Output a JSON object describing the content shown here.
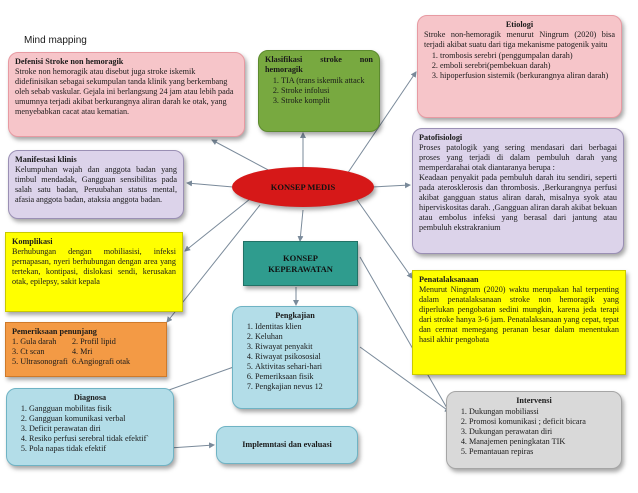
{
  "page_title": "Mind mapping",
  "center": "KONSEP MEDIS",
  "konsep_keperawatan": "KONSEP KEPERAWATAN",
  "definisi": {
    "title": "Defenisi  Stroke non hemoragik",
    "body": "Stroke non hemoragik atau disebut juga stroke iskemik didefinisikan sebagai sekumpulan tanda klinik yang berkembang oleh sebab vaskular. Gejala ini berlangsung 24 jam atau lebih pada umumnya terjadi akibat berkurangnya aliran darah ke otak, yang menyebabkan cacat atau kematian."
  },
  "klasifikasi": {
    "title": "Klasifikasi stroke non hemoragik",
    "items": [
      "TIA (trans iskemik attack",
      "Stroke infolusi",
      "Stroke komplit"
    ]
  },
  "etiologi": {
    "title": "Etiologi",
    "body": "Stroke non-hemoragik menurut Ningrum (2020) bisa terjadi akibat suatu dari tiga mekanisme patogenik yaitu",
    "items": [
      "trombosis serebri (penggumpalan darah)",
      "emboli serebri(pembekuan darah)",
      "hipoperfusion sistemik (berkurangnya aliran darah)"
    ]
  },
  "manifestasi": {
    "title": "Manifestasi klinis",
    "body": "Kelumpuhan wajah dan anggota badan yang timbul mendadak, Gangguan sensibilitas pada salah satu badan, Peruubahan status mental, afasia anggota badan, ataksia anggota badan."
  },
  "patofisiologi": {
    "title": "Patofisiologi",
    "body1": "Proses patologik yang sering mendasari dari berbagai proses yang terjadi di dalam pembuluh darah yang memperdarahai otak diantaranya berupa :",
    "body2": "Keadaan penyakit pada pembuluh darah itu sendiri, seperti pada aterosklerosis dan thrombosis. ,Berkurangnya perfusi akibat gangguan status aliran darah, misalnya syok atau hiperviskositas darah. ,Gangguan aliran darah akibat bekuan atau embolus infeksi yang berasal dari jantung atau pembuluh ekstrakranium"
  },
  "komplikasi": {
    "title": "Komplikasi",
    "body": "Berhubungan dengan mobiliasisi, infeksi pernapasan, nyeri berhubungan dengan area yang tertekan, kontipasi, dislokasi sendi, kerusakan otak, epilepsy, sakit kepala"
  },
  "penatalaksanaan": {
    "title": "Penatalaksanaan",
    "body": "Menurut Ningrum (2020) waktu merupakan hal terpenting dalam penatalaksanaan stroke non hemoragik yang diperlukan pengobatan sedini mungkin, karena jeda terapi dari stroke hanya 3-6 jam. Penatalaksanaan yang cepat, tepat dan cermat memegang peranan besar dalam menentukan hasil akhir pengobata"
  },
  "pemeriksaan": {
    "title": "Pemeriksaan penunjang",
    "rows": [
      [
        "1. Gula darah",
        "2. Profil lipid"
      ],
      [
        "3. Ct scan",
        "4. Mri"
      ],
      [
        "5. Ultrasonografi",
        "6.Angiografi otak"
      ]
    ]
  },
  "pengkajian": {
    "title": "Pengkajian",
    "items": [
      "Identitas klien",
      "Keluhan",
      "Riwayat penyakit",
      "Riwayat psikososial",
      "Aktivitas sehari-hari",
      "Pemeriksaan fisik",
      "Pengkajian nevus 12"
    ]
  },
  "diagnosa": {
    "title": "Diagnosa",
    "items": [
      "Gangguan mobilitas fisik",
      "Gangguan komunikasi verbal",
      "Deficit perawatan diri",
      "Resiko perfusi serebral tidak efektif`",
      " Pola napas tidak efektif"
    ]
  },
  "implementasi": "Implemntasi  dan evaluasi",
  "intervensi": {
    "title": "Intervensi",
    "items": [
      "Dukungan mobiliassi",
      "Promosi komunikasi ; deficit bicara",
      "Dukungan perawatan diri",
      "Manajemen peningkatan TIK",
      "Pemantauan repiras"
    ]
  },
  "colors": {
    "pink": "#f6c5c9",
    "green": "#78a940",
    "red": "#d61818",
    "lavender": "#dcd3ea",
    "yellow": "#ffff00",
    "teal": "#2f9c8e",
    "orange": "#f39a45",
    "light_blue": "#b3dde8",
    "grey": "#d9d9d9"
  }
}
